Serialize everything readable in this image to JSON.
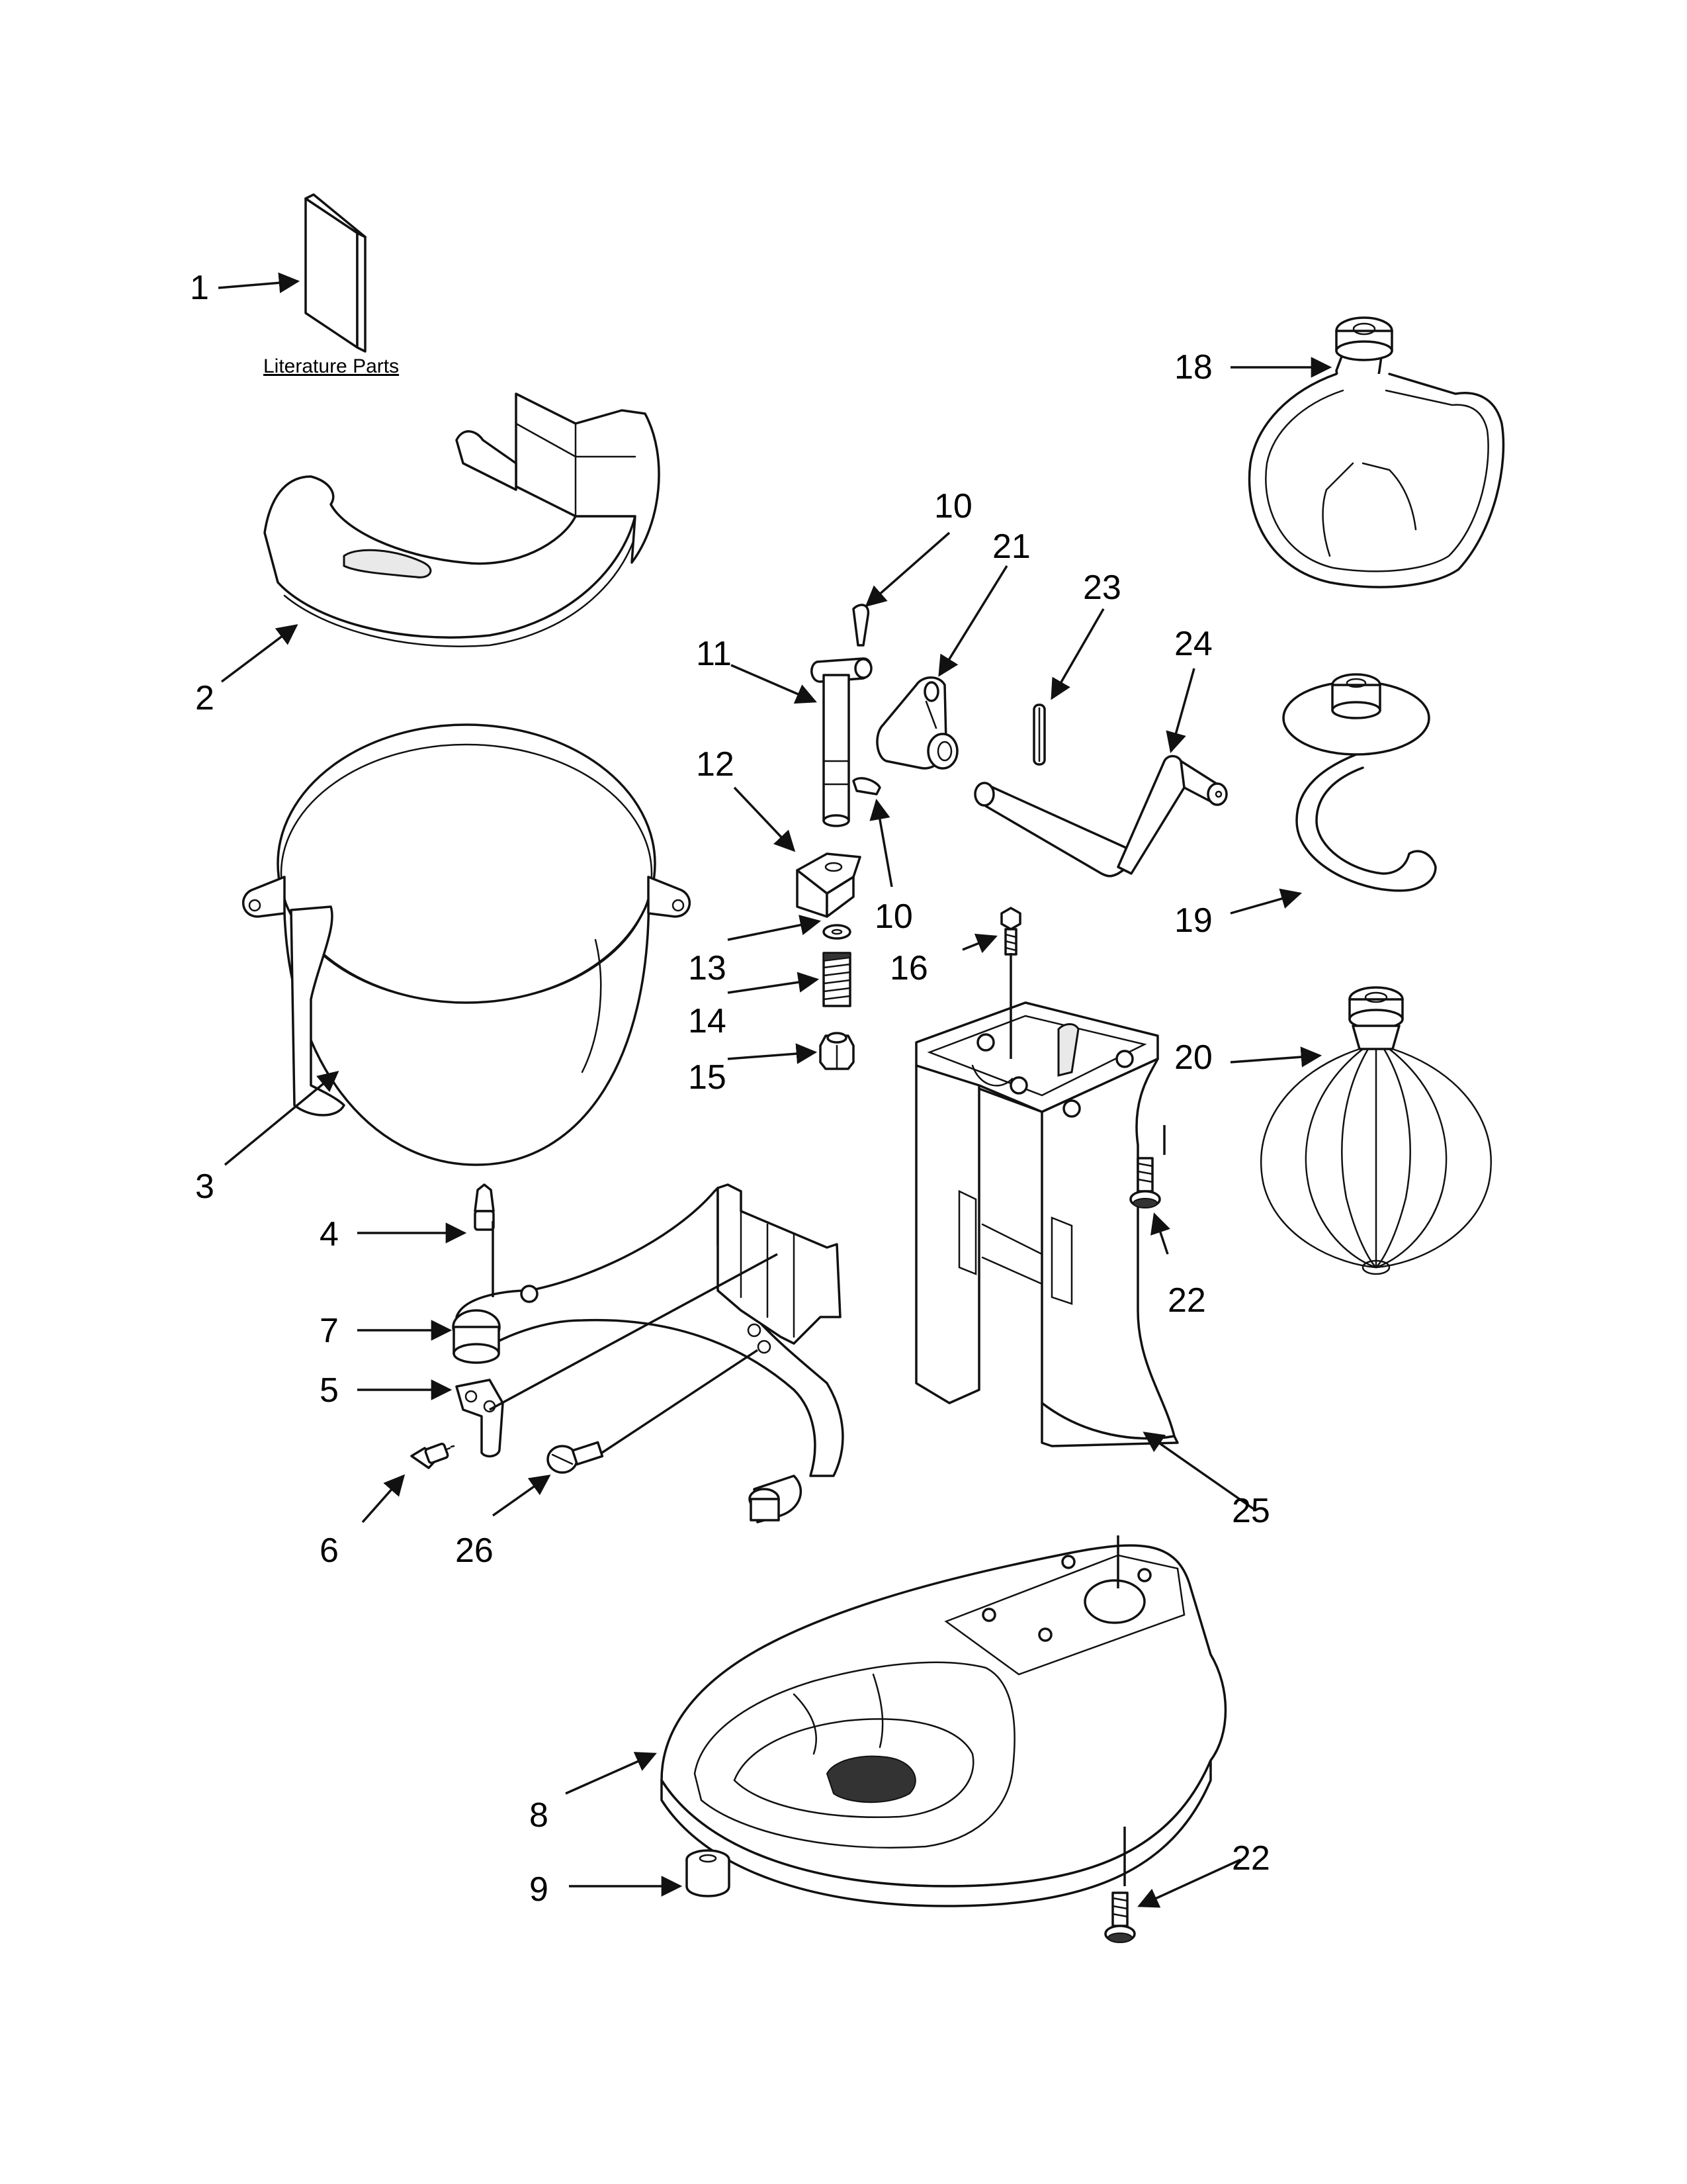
{
  "caption": "Literature Parts",
  "callouts": {
    "c1": "1",
    "c2": "2",
    "c3": "3",
    "c4": "4",
    "c5": "5",
    "c6": "6",
    "c7": "7",
    "c8": "8",
    "c9": "9",
    "c10a": "10",
    "c10b": "10",
    "c11": "11",
    "c12": "12",
    "c13": "13",
    "c14": "14",
    "c15": "15",
    "c16": "16",
    "c18": "18",
    "c19": "19",
    "c20": "20",
    "c21": "21",
    "c22a": "22",
    "c22b": "22",
    "c23": "23",
    "c24": "24",
    "c25": "25",
    "c26": "26"
  }
}
